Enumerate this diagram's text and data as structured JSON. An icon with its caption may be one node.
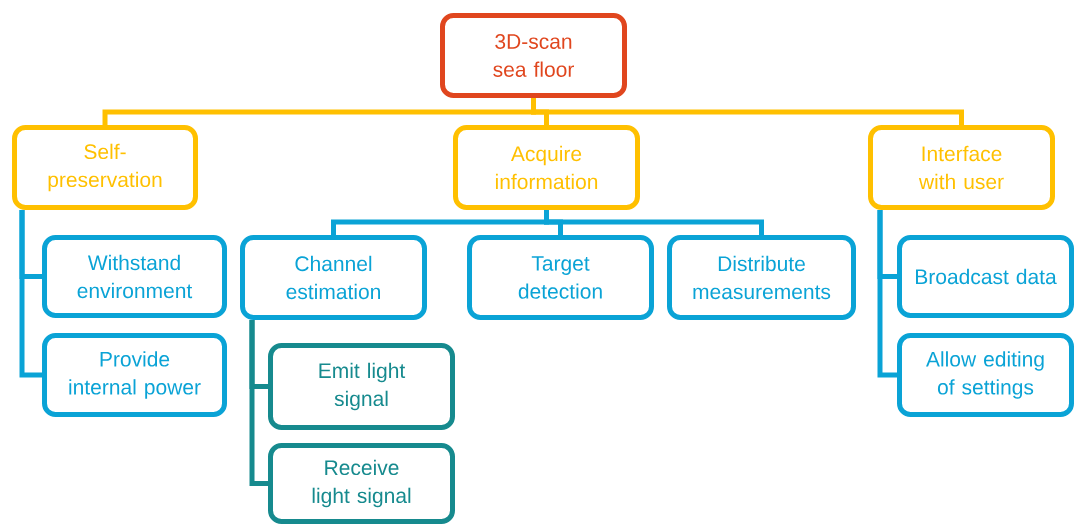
{
  "diagram": {
    "nodes": [
      {
        "text": [
          "3D-scan sea floor"
        ]
      },
      {
        "text": [
          "Self-preservation"
        ]
      },
      {
        "text": [
          "Acquire information"
        ]
      },
      {
        "text": [
          "Interface with user"
        ]
      },
      {
        "text": [
          "Withstand environment"
        ]
      },
      {
        "text": [
          "Provide internal power"
        ]
      },
      {
        "text": [
          "Channel estimation"
        ]
      },
      {
        "text": [
          "Target detection"
        ]
      },
      {
        "text": [
          "Distribute measurements"
        ]
      },
      {
        "text": [
          "Emit light signal"
        ]
      },
      {
        "text": [
          "Receive light signal"
        ]
      },
      {
        "text": [
          "Broadcast data"
        ]
      },
      {
        "text": [
          "Allow editing of settings"
        ]
      }
    ],
    "edges": [
      {
        "from": 0,
        "to": 1,
        "arrow": "none",
        "color": "#ffc000"
      },
      {
        "from": 0,
        "to": 2,
        "arrow": "none",
        "color": "#ffc000"
      },
      {
        "from": 0,
        "to": 3,
        "arrow": "none",
        "color": "#ffc000"
      },
      {
        "from": 1,
        "to": 4,
        "arrow": "none"
      },
      {
        "from": 1,
        "to": 5,
        "arrow": "none"
      },
      {
        "from": 2,
        "to": 6,
        "arrow": "none"
      },
      {
        "from": 2,
        "to": 7,
        "arrow": "none"
      },
      {
        "from": 2,
        "to": 8,
        "arrow": "none"
      },
      {
        "from": 6,
        "to": 9,
        "arrow": "none",
        "color": "#168a8e"
      },
      {
        "from": 6,
        "to": 10,
        "arrow": "none",
        "color": "#168a8e"
      },
      {
        "from": 3,
        "to": 11,
        "arrow": "none"
      },
      {
        "from": 3,
        "to": 12,
        "arrow": "none"
      }
    ]
  }
}
